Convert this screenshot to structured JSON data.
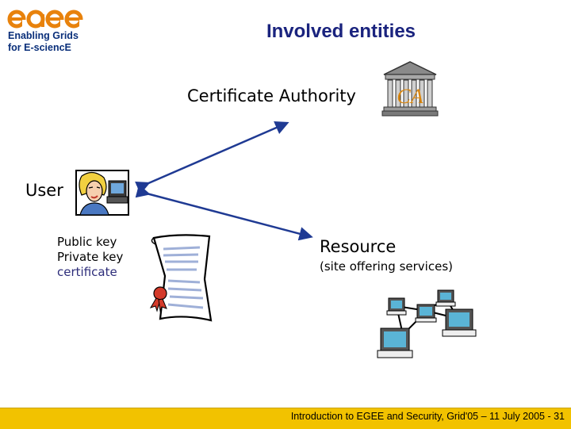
{
  "logo": {
    "wordmark": "egee",
    "line1": "Enabling Grids",
    "line2": "for E-sciencE"
  },
  "title": "Involved entities",
  "ca": {
    "label": "Certificate Authority",
    "badge": "CA"
  },
  "user": {
    "label": "User"
  },
  "keys": {
    "public": "Public key",
    "private": "Private key",
    "certificate": "certificate"
  },
  "resource": {
    "label": "Resource",
    "sublabel": "(site offering services)"
  },
  "footer": {
    "text": "Introduction to EGEE and Security, Grid'05 – 11 July 2005 - 31"
  },
  "colors": {
    "title": "#1a237e",
    "arrow": "#1f3a93",
    "footer_bar": "#f2c200",
    "logo_orange": "#e8820c",
    "logo_blue": "#0a2f7a"
  },
  "icons": [
    "ca-building-icon",
    "user-clipart-icon",
    "certificate-scroll-icon",
    "network-computers-icon"
  ]
}
